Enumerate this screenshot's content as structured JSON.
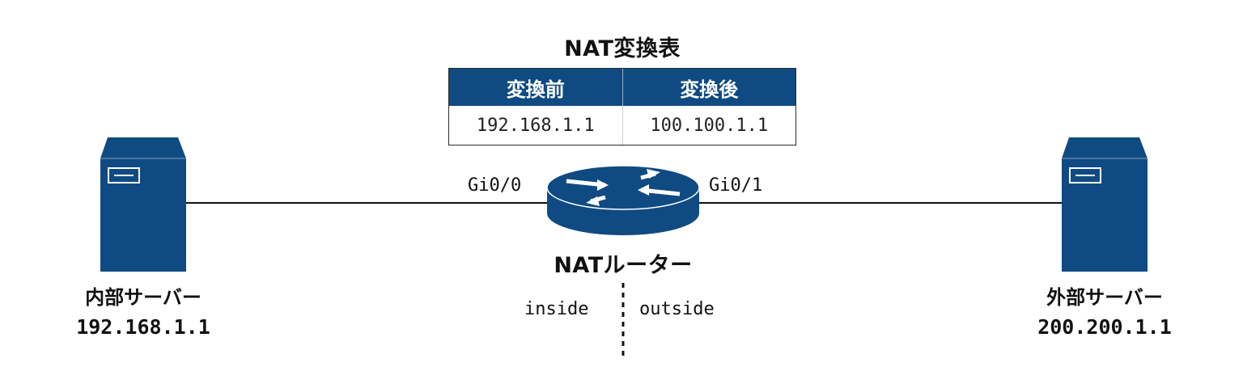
{
  "nat_table": {
    "title": "NAT変換表",
    "headers": [
      "変換前",
      "変換後"
    ],
    "row": [
      "192.168.1.1",
      "100.100.1.1"
    ]
  },
  "router": {
    "label": "NATルーター",
    "port_left": "Gi0/0",
    "port_right": "Gi0/1"
  },
  "inside_server": {
    "label": "内部サーバー",
    "ip": "192.168.1.1"
  },
  "outside_server": {
    "label": "外部サーバー",
    "ip": "200.200.1.1"
  },
  "zones": {
    "inside": "inside",
    "outside": "outside"
  },
  "colors": {
    "device_blue": "#0f4b82",
    "line": "#111111"
  }
}
